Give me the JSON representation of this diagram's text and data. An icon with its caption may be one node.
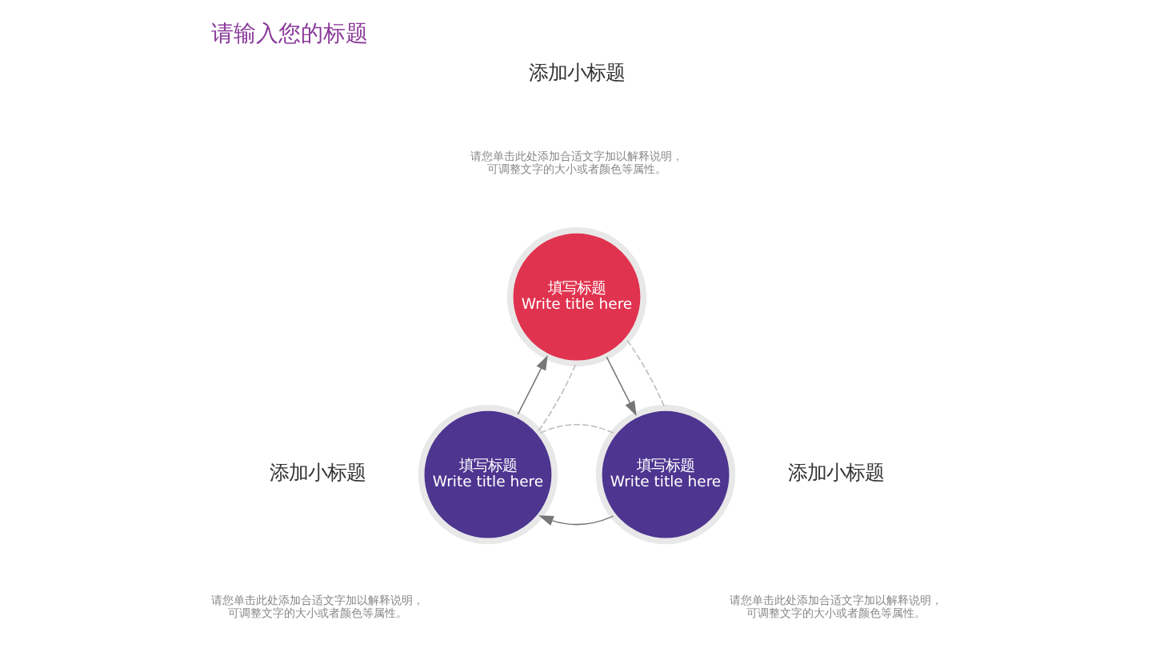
{
  "diagram": {
    "title": "请输入您的标题",
    "nodes": [
      {
        "text": [
          "填写标题",
          "Write title here"
        ]
      },
      {
        "text": [
          "填写标题",
          "Write title here"
        ]
      },
      {
        "text": [
          "填写标题",
          "Write title here"
        ]
      }
    ],
    "edges": [
      {
        "from": 2,
        "to": 0,
        "arrow": "to"
      },
      {
        "from": 0,
        "to": 1,
        "arrow": "to"
      },
      {
        "from": 1,
        "to": 2,
        "arrow": "to"
      },
      {
        "from": 0,
        "to": 1,
        "arrow": "none",
        "style": "dashed",
        "color": "#bbbbbb"
      },
      {
        "from": 1,
        "to": 2,
        "arrow": "none",
        "style": "dashed",
        "color": "#bbbbbb"
      },
      {
        "from": 2,
        "to": 0,
        "arrow": "none",
        "style": "dashed",
        "color": "#bbbbbb"
      }
    ],
    "labels": [
      "添加小标题",
      "请您单击此处添加合适文字加以解释说明，可调整文字的大小或者颜色等属性。",
      "添加小标题",
      "请您单击此处添加合适文字加以解释说明，可调整文字的大小或者颜色等属性。",
      "添加小标题",
      "请您单击此处添加合适文字加以解释说明，可调整文字的大小或者颜色等属性。"
    ]
  }
}
